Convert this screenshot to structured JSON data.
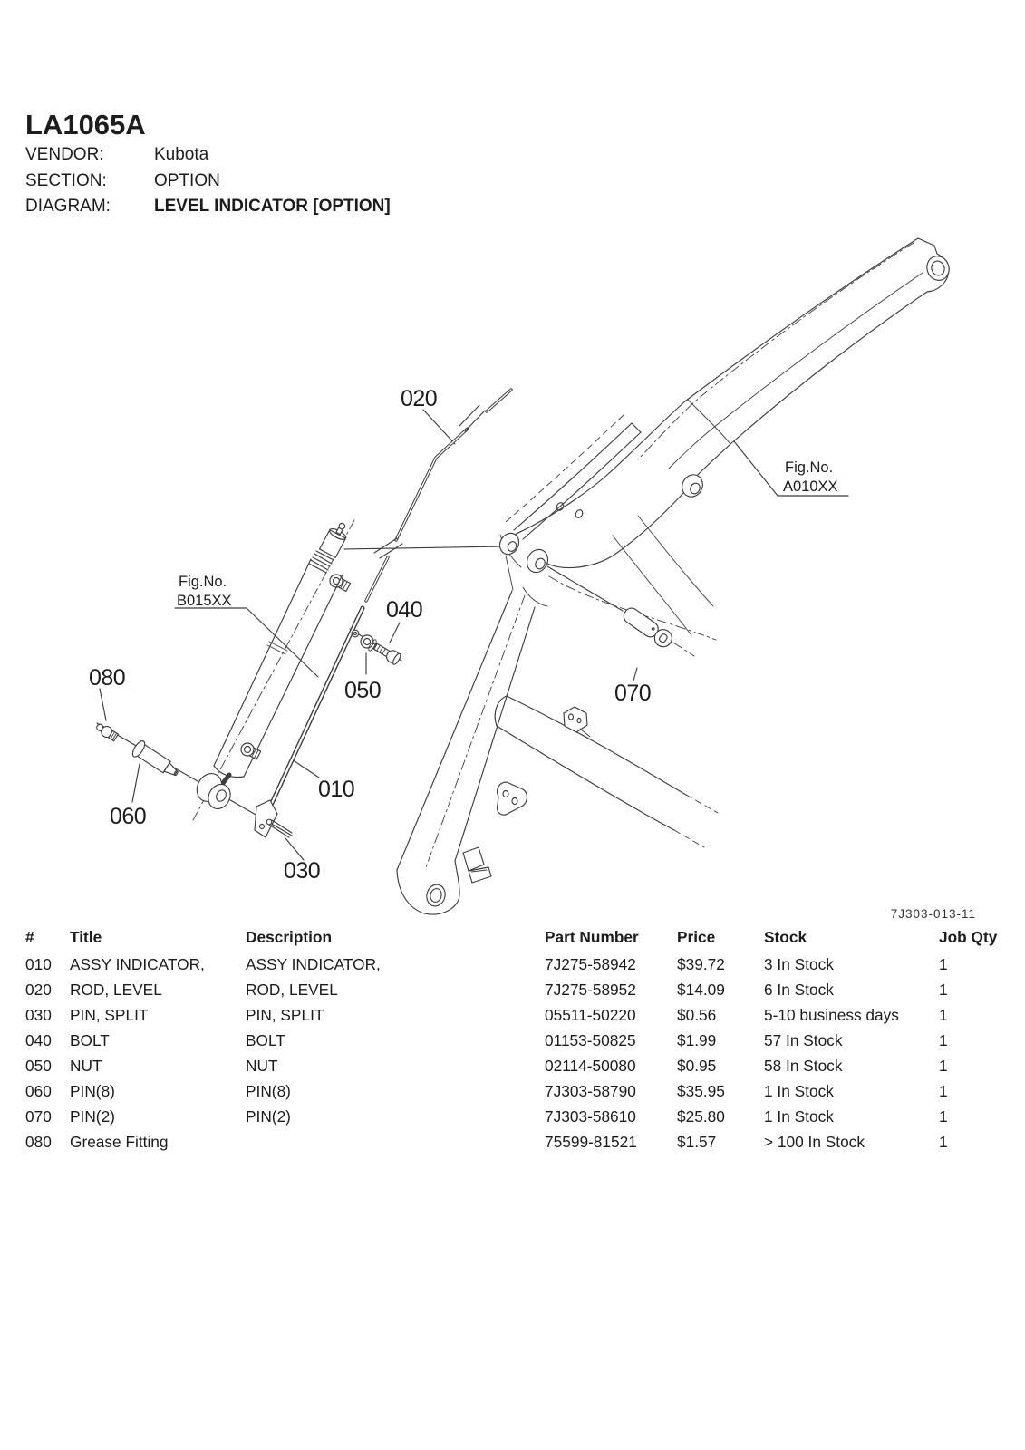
{
  "header": {
    "model": "LA1065A",
    "vendor_label": "VENDOR:",
    "vendor": "Kubota",
    "section_label": "SECTION:",
    "section": "OPTION",
    "diagram_label": "DIAGRAM:",
    "diagram": "LEVEL INDICATOR [OPTION]"
  },
  "diagram": {
    "callouts": {
      "c010": "010",
      "c020": "020",
      "c030": "030",
      "c040": "040",
      "c050": "050",
      "c060": "060",
      "c070": "070",
      "c080": "080"
    },
    "fig_a": {
      "line1": "Fig.No.",
      "line2": "A010XX"
    },
    "fig_b": {
      "line1": "Fig.No.",
      "line2": "B015XX"
    },
    "drawing_number": "7J303-013-11"
  },
  "table": {
    "headers": {
      "num": "#",
      "title": "Title",
      "description": "Description",
      "part_number": "Part Number",
      "price": "Price",
      "stock": "Stock",
      "job_qty": "Job Qty"
    },
    "rows": [
      {
        "num": "010",
        "title": "ASSY INDICATOR,",
        "description": "ASSY INDICATOR,",
        "part_number": "7J275-58942",
        "price": "$39.72",
        "stock": "3 In Stock",
        "job_qty": "1"
      },
      {
        "num": "020",
        "title": "ROD, LEVEL",
        "description": "ROD, LEVEL",
        "part_number": "7J275-58952",
        "price": "$14.09",
        "stock": "6 In Stock",
        "job_qty": "1"
      },
      {
        "num": "030",
        "title": "PIN, SPLIT",
        "description": "PIN, SPLIT",
        "part_number": "05511-50220",
        "price": "$0.56",
        "stock": "5-10 business days",
        "job_qty": "1"
      },
      {
        "num": "040",
        "title": "BOLT",
        "description": "BOLT",
        "part_number": "01153-50825",
        "price": "$1.99",
        "stock": "57 In Stock",
        "job_qty": "1"
      },
      {
        "num": "050",
        "title": "NUT",
        "description": "NUT",
        "part_number": "02114-50080",
        "price": "$0.95",
        "stock": "58 In Stock",
        "job_qty": "1"
      },
      {
        "num": "060",
        "title": "PIN(8)",
        "description": "PIN(8)",
        "part_number": "7J303-58790",
        "price": "$35.95",
        "stock": "1 In Stock",
        "job_qty": "1"
      },
      {
        "num": "070",
        "title": "PIN(2)",
        "description": "PIN(2)",
        "part_number": "7J303-58610",
        "price": "$25.80",
        "stock": "1 In Stock",
        "job_qty": "1"
      },
      {
        "num": "080",
        "title": "Grease Fitting",
        "description": "",
        "part_number": "75599-81521",
        "price": "$1.57",
        "stock": "> 100 In Stock",
        "job_qty": "1"
      }
    ]
  }
}
